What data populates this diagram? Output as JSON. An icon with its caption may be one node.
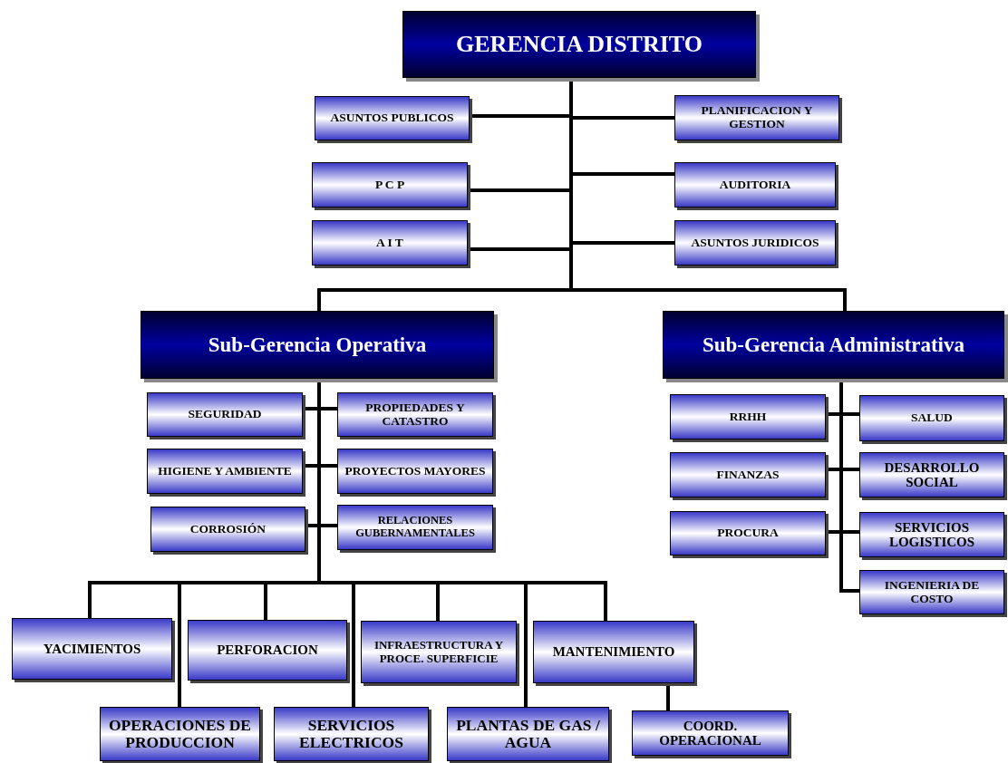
{
  "diagram": {
    "nodes": [
      {
        "text": [
          "GERENCIA DISTRITO"
        ]
      },
      {
        "text": [
          "ASUNTOS PUBLICOS"
        ]
      },
      {
        "text": [
          "PLANIFICACION Y GESTION"
        ]
      },
      {
        "text": [
          "P C P"
        ]
      },
      {
        "text": [
          "AUDITORIA"
        ]
      },
      {
        "text": [
          "A I T"
        ]
      },
      {
        "text": [
          "ASUNTOS JURIDICOS"
        ]
      },
      {
        "text": [
          "Sub-Gerencia Operativa"
        ]
      },
      {
        "text": [
          "Sub-Gerencia Administrativa"
        ]
      },
      {
        "text": [
          "SEGURIDAD"
        ]
      },
      {
        "text": [
          "PROPIEDADES Y CATASTRO"
        ]
      },
      {
        "text": [
          "HIGIENE Y AMBIENTE"
        ]
      },
      {
        "text": [
          "PROYECTOS MAYORES"
        ]
      },
      {
        "text": [
          "CORROSIÓN"
        ]
      },
      {
        "text": [
          "RELACIONES GUBERNAMENTALES"
        ]
      },
      {
        "text": [
          "RRHH"
        ]
      },
      {
        "text": [
          "SALUD"
        ]
      },
      {
        "text": [
          "FINANZAS"
        ]
      },
      {
        "text": [
          "DESARROLLO SOCIAL"
        ]
      },
      {
        "text": [
          "PROCURA"
        ]
      },
      {
        "text": [
          "SERVICIOS LOGISTICOS"
        ]
      },
      {
        "text": [
          "INGENIERIA DE COSTO"
        ]
      },
      {
        "text": [
          "YACIMIENTOS"
        ]
      },
      {
        "text": [
          "PERFORACION"
        ]
      },
      {
        "text": [
          "INFRAESTRUCTURA Y PROCE. SUPERFICIE"
        ]
      },
      {
        "text": [
          "MANTENIMIENTO"
        ]
      },
      {
        "text": [
          "OPERACIONES DE PRODUCCION"
        ]
      },
      {
        "text": [
          "SERVICIOS ELECTRICOS"
        ]
      },
      {
        "text": [
          "PLANTAS DE GAS / AGUA"
        ]
      },
      {
        "text": [
          "COORD. OPERACIONAL"
        ]
      }
    ],
    "edges": [
      {
        "from": 0,
        "to": 1,
        "arrow": "none"
      },
      {
        "from": 0,
        "to": 2,
        "arrow": "none"
      },
      {
        "from": 0,
        "to": 3,
        "arrow": "none"
      },
      {
        "from": 0,
        "to": 4,
        "arrow": "none"
      },
      {
        "from": 0,
        "to": 5,
        "arrow": "none"
      },
      {
        "from": 0,
        "to": 6,
        "arrow": "none"
      },
      {
        "from": 0,
        "to": 7,
        "arrow": "none"
      },
      {
        "from": 0,
        "to": 8,
        "arrow": "none"
      },
      {
        "from": 7,
        "to": 9,
        "arrow": "none"
      },
      {
        "from": 7,
        "to": 10,
        "arrow": "none"
      },
      {
        "from": 7,
        "to": 11,
        "arrow": "none"
      },
      {
        "from": 7,
        "to": 12,
        "arrow": "none"
      },
      {
        "from": 7,
        "to": 13,
        "arrow": "none"
      },
      {
        "from": 7,
        "to": 14,
        "arrow": "none"
      },
      {
        "from": 8,
        "to": 15,
        "arrow": "none"
      },
      {
        "from": 8,
        "to": 16,
        "arrow": "none"
      },
      {
        "from": 8,
        "to": 17,
        "arrow": "none"
      },
      {
        "from": 8,
        "to": 18,
        "arrow": "none"
      },
      {
        "from": 8,
        "to": 19,
        "arrow": "none"
      },
      {
        "from": 8,
        "to": 20,
        "arrow": "none"
      },
      {
        "from": 8,
        "to": 21,
        "arrow": "none"
      },
      {
        "from": 7,
        "to": 22,
        "arrow": "none"
      },
      {
        "from": 7,
        "to": 26,
        "arrow": "none"
      },
      {
        "from": 7,
        "to": 23,
        "arrow": "none"
      },
      {
        "from": 7,
        "to": 27,
        "arrow": "none"
      },
      {
        "from": 7,
        "to": 24,
        "arrow": "none"
      },
      {
        "from": 7,
        "to": 28,
        "arrow": "none"
      },
      {
        "from": 7,
        "to": 25,
        "arrow": "none"
      },
      {
        "from": 25,
        "to": 29,
        "arrow": "none"
      }
    ]
  }
}
